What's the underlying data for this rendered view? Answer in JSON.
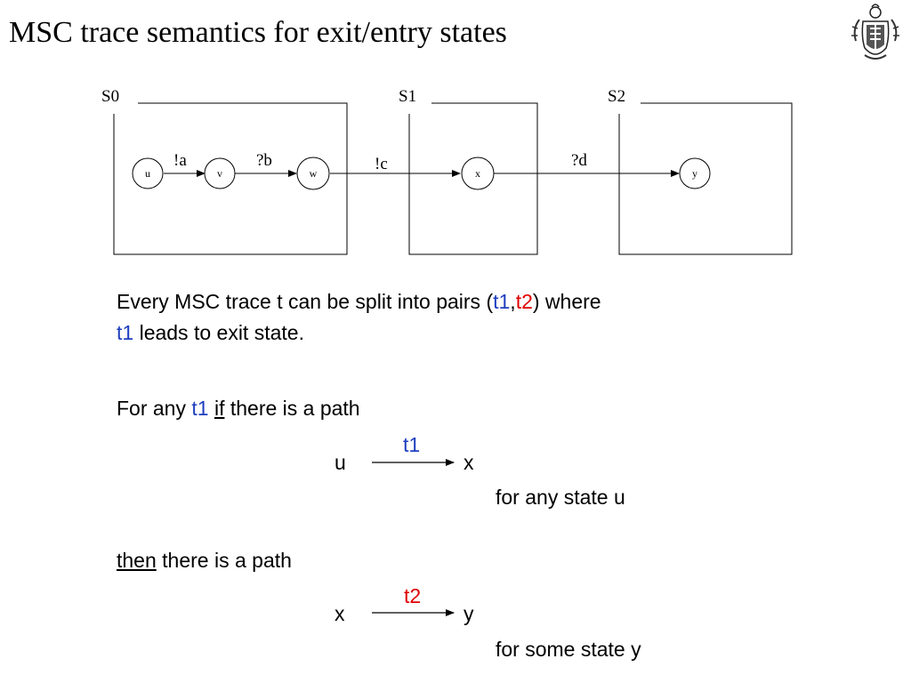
{
  "title": "MSC trace semantics for exit/entry states",
  "diagram": {
    "boxes": [
      {
        "label": "S0"
      },
      {
        "label": "S1"
      },
      {
        "label": "S2"
      }
    ],
    "states": [
      "u",
      "v",
      "w",
      "x",
      "y"
    ],
    "transitions": [
      "!a",
      "?b",
      "!c",
      "?d"
    ]
  },
  "para1": {
    "line1_a": "Every MSC trace t can be split into pairs (",
    "t1": "t1",
    "comma": ",",
    "t2": "t2",
    "line1_b": ") where",
    "line2_t1": "t1",
    "line2_rest": " leads to exit state."
  },
  "para2": {
    "prefix": "For any ",
    "t1": "t1",
    "space": " ",
    "if": "if",
    "suffix": " there is a path"
  },
  "path1": {
    "from": "u",
    "to": "x",
    "label": "t1",
    "note": "for any state u"
  },
  "para3": {
    "then": "then",
    "suffix": " there is a path"
  },
  "path2": {
    "from": "x",
    "to": "y",
    "label": "t2",
    "note": "for some state y"
  },
  "colors": {
    "blue": "#1f3fbf",
    "red": "#e00000"
  }
}
